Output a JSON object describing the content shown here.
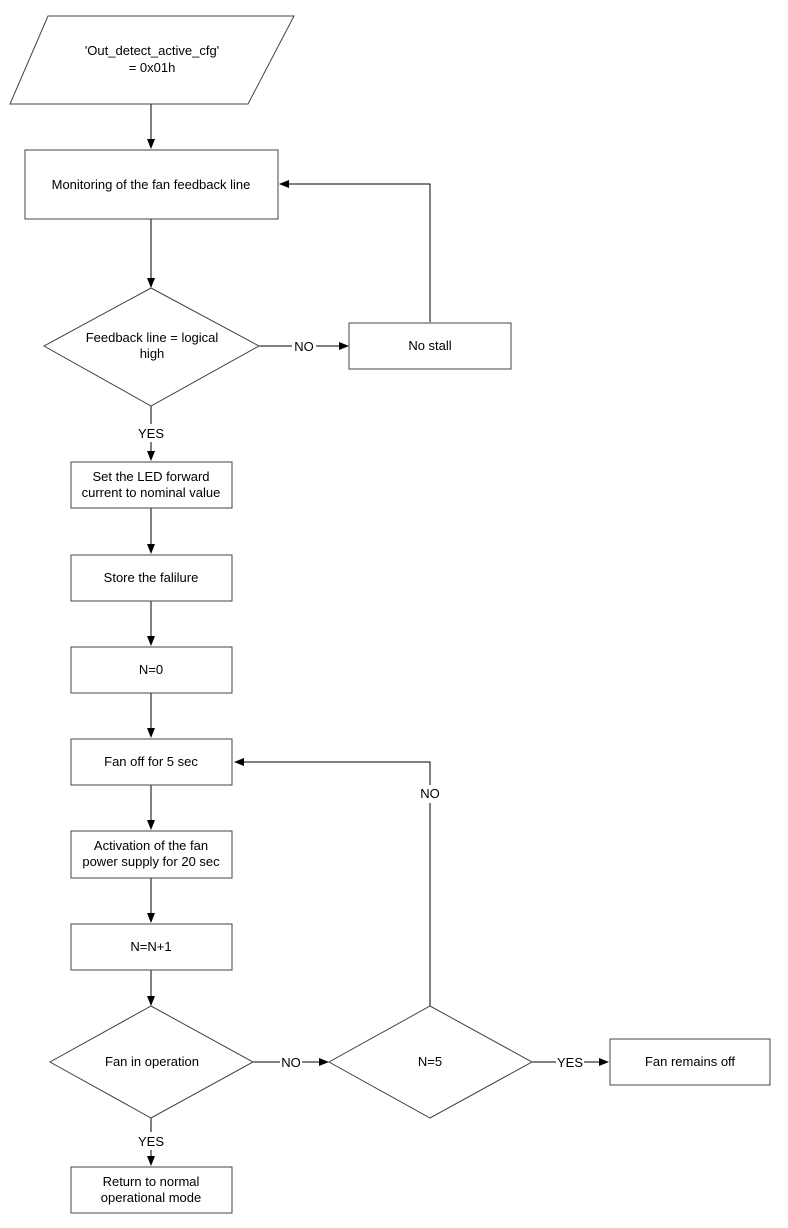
{
  "nodes": {
    "start": {
      "lines": [
        "'Out_detect_active_cfg'",
        "= 0x01h"
      ]
    },
    "monitor": {
      "lines": [
        "Monitoring of the fan feedback line"
      ]
    },
    "feedback_check": {
      "lines": [
        "Feedback line = logical",
        "high"
      ]
    },
    "no_stall": {
      "lines": [
        "No stall"
      ]
    },
    "set_led": {
      "lines": [
        "Set the LED forward",
        "current to nominal value"
      ]
    },
    "store_failure": {
      "lines": [
        "Store the falilure"
      ]
    },
    "n_zero": {
      "lines": [
        "N=0"
      ]
    },
    "fan_off": {
      "lines": [
        "Fan off for 5 sec"
      ]
    },
    "activation": {
      "lines": [
        "Activation of the fan",
        "power supply for 20 sec"
      ]
    },
    "n_increment": {
      "lines": [
        "N=N+1"
      ]
    },
    "fan_operation": {
      "lines": [
        "Fan in operation"
      ]
    },
    "n_five": {
      "lines": [
        "N=5"
      ]
    },
    "fan_remains_off": {
      "lines": [
        "Fan remains off"
      ]
    },
    "return_normal": {
      "lines": [
        "Return to normal",
        "operational mode"
      ]
    }
  },
  "edge_labels": {
    "feedback_no": "NO",
    "feedback_yes": "YES",
    "loop_no": "NO",
    "operation_no": "NO",
    "n5_yes": "YES",
    "operation_yes": "YES"
  }
}
